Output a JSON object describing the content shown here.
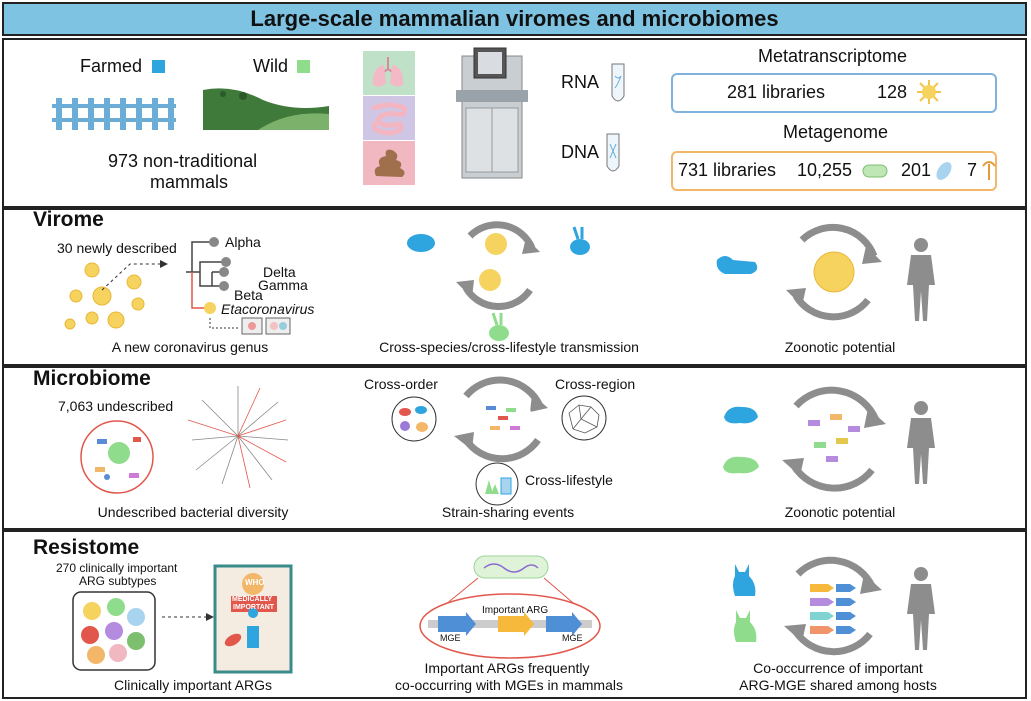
{
  "title": "Large-scale mammalian viromes and microbiomes",
  "overview": {
    "farmed_label": "Farmed",
    "wild_label": "Wild",
    "mammals_line1": "973 non-traditional",
    "mammals_line2": "mammals",
    "rna_label": "RNA",
    "dna_label": "DNA",
    "metatranscriptome_label": "Metatranscriptome",
    "mt_libraries": "281 libraries",
    "mt_viruses": "128",
    "metagenome_label": "Metagenome",
    "mg_libraries": "731 libraries",
    "mg_bacteria": "10,255",
    "mg_other": "201",
    "mg_fungi": "7",
    "colors": {
      "farmed": "#2fa5e0",
      "wild": "#8fdc8c",
      "mt_box": "#7fb2dc",
      "mg_box": "#f3b76a"
    }
  },
  "virome": {
    "heading": "Virome",
    "newly_described": "30 newly described",
    "tree_labels": [
      "Alpha",
      "Delta",
      "Gamma",
      "Beta"
    ],
    "genus": "Etacoronavirus",
    "caption1": "A new coronavirus genus",
    "caption2": "Cross-species/cross-lifestyle transmission",
    "caption3": "Zoonotic potential"
  },
  "microbiome": {
    "heading": "Microbiome",
    "undescribed": "7,063 undescribed",
    "cross_order": "Cross-order",
    "cross_region": "Cross-region",
    "cross_lifestyle": "Cross-lifestyle",
    "caption1": "Undescribed bacterial diversity",
    "caption2": "Strain-sharing events",
    "caption3": "Zoonotic potential"
  },
  "resistome": {
    "heading": "Resistome",
    "subtypes_line1": "270 clinically important",
    "subtypes_line2": "ARG subtypes",
    "who_label": "WHO",
    "book_line1": "MEDICALLY",
    "book_line2": "IMPORTANT",
    "important_arg": "Important ARG",
    "mge_left": "MGE",
    "mge_right": "MGE",
    "caption1": "Clinically important ARGs",
    "caption2_line1": "Important ARGs frequently",
    "caption2_line2": "co-occurring with MGEs in mammals",
    "caption3_line1": "Co-occurrence of important",
    "caption3_line2": "ARG-MGE shared among hosts"
  }
}
